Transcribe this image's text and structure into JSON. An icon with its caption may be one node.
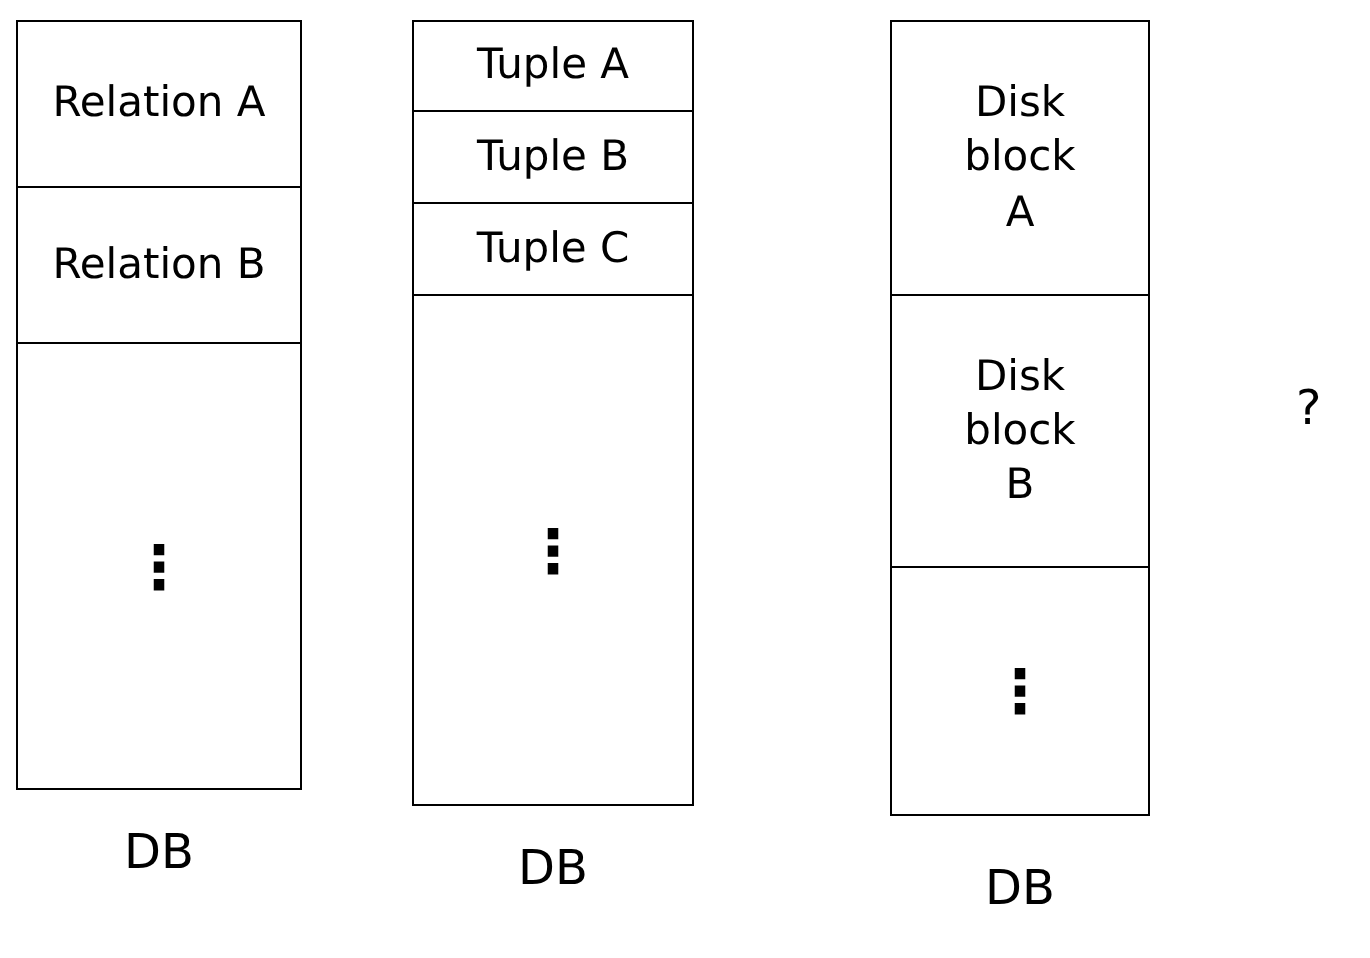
{
  "diagram": {
    "nodes": [
      {
        "text": [
          "DB"
        ]
      },
      {
        "text": [
          "Relation A"
        ],
        "in": 0
      },
      {
        "text": [
          "Relation B"
        ],
        "in": 0
      },
      {
        "text": [
          "⋮"
        ],
        "in": 0
      },
      {
        "text": [
          "DB"
        ]
      },
      {
        "text": [
          "Tuple A"
        ],
        "in": 4
      },
      {
        "text": [
          "Tuple B"
        ],
        "in": 4
      },
      {
        "text": [
          "Tuple C"
        ],
        "in": 4
      },
      {
        "text": [
          "⋮"
        ],
        "in": 4
      },
      {
        "text": [
          "DB"
        ]
      },
      {
        "text": [
          "Disk block A"
        ],
        "in": 9
      },
      {
        "text": [
          "Disk block B"
        ],
        "in": 9
      },
      {
        "text": [
          "⋮"
        ],
        "in": 9
      }
    ],
    "edges": [],
    "labels": [
      "?"
    ]
  }
}
